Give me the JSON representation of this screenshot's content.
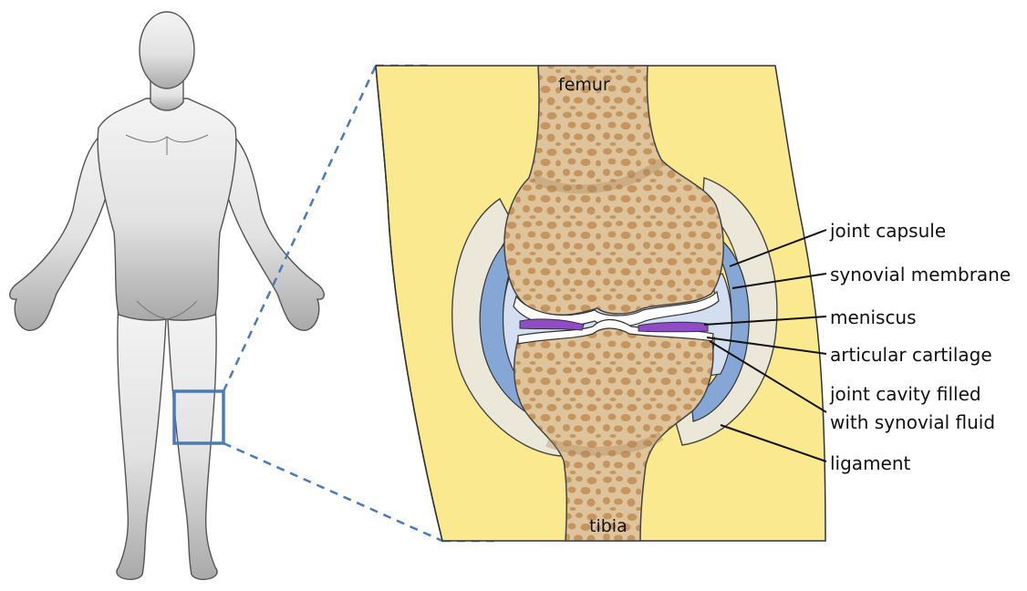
{
  "bone_labels": {
    "femur": "femur",
    "tibia": "tibia"
  },
  "labels": {
    "joint_capsule": "joint capsule",
    "synovial_membrane": "synovial membrane",
    "meniscus": "meniscus",
    "articular_cartilage": "articular cartilage",
    "joint_cavity_line1": "joint cavity filled",
    "joint_cavity_line2": "with synovial fluid",
    "ligament": "ligament"
  },
  "colors": {
    "skin": "#fbe98f",
    "bone": "#dfc49b",
    "bone_pore": "#c4955f",
    "capsule": "#ece8d9",
    "synovial_membrane": "#86a6d6",
    "synovial_fluid": "#d3def0",
    "meniscus": "#8f4cc6",
    "zoom_box": "#4a7ab8",
    "body": "#e6e6e6"
  }
}
